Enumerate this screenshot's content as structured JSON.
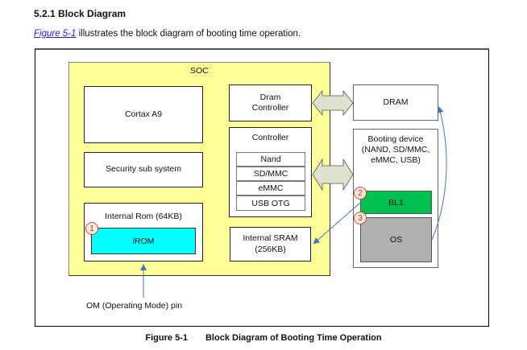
{
  "section": {
    "heading": "5.2.1 Block Diagram",
    "intro_link": "Figure 5-1",
    "intro_text": " illustrates the block diagram of booting time operation."
  },
  "diagram": {
    "soc_label": "SOC",
    "cortex": "Cortax A9",
    "security": "Security sub system",
    "internal_rom": "Internal Rom (64KB)",
    "irom": "iROM",
    "dram_controller_line1": "Dram",
    "dram_controller_line2": "Controller",
    "controller": "Controller",
    "controller_items": [
      "Nand",
      "SD/MMC",
      "eMMC",
      "USB OTG"
    ],
    "internal_sram_line1": "Internal SRAM",
    "internal_sram_line2": "(256KB)",
    "dram": "DRAM",
    "booting_device_line1": "Booting device",
    "booting_device_line2": "(NAND, SD/MMC,",
    "booting_device_line3": "eMMC, USB)",
    "bl1": "BL1",
    "os": "OS",
    "om_pin": "OM (Operating Mode) pin",
    "steps": [
      "1",
      "2",
      "3"
    ],
    "colors": {
      "soc_fill": "#ffff99",
      "irom_fill": "#00ffff",
      "bl1_fill": "#00c050",
      "os_fill": "#b0b0b0",
      "bus_arrow_fill": "#dde2cc",
      "flow_arrow": "#4472c4",
      "step_badge_text": "#e02020"
    }
  },
  "caption": {
    "number": "Figure 5-1",
    "title": "Block Diagram of Booting Time Operation"
  }
}
